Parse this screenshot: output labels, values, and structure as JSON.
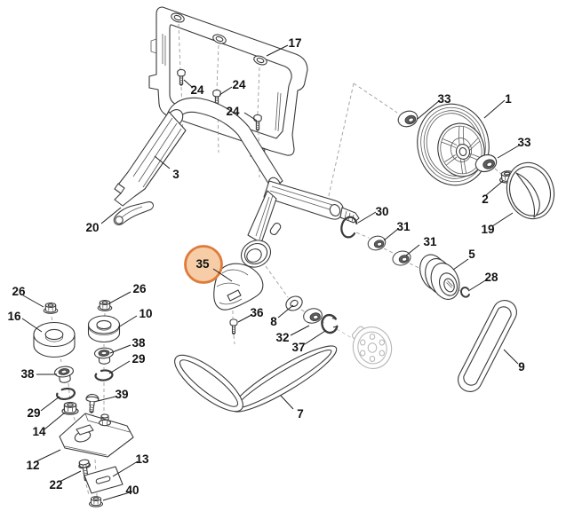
{
  "diagram": {
    "type": "exploded-parts-diagram",
    "description": "Mower handle frame, wheel and belt drive exploded view",
    "background_color": "#ffffff",
    "line_color": "#3a3a3a",
    "highlight": {
      "part": "35",
      "fill": "#f6cda6",
      "stroke": "#de7b3b"
    }
  },
  "callouts": [
    {
      "part": "17"
    },
    {
      "part": "24"
    },
    {
      "part": "24"
    },
    {
      "part": "24"
    },
    {
      "part": "3"
    },
    {
      "part": "20"
    },
    {
      "part": "1"
    },
    {
      "part": "33"
    },
    {
      "part": "33"
    },
    {
      "part": "2"
    },
    {
      "part": "19"
    },
    {
      "part": "30"
    },
    {
      "part": "31"
    },
    {
      "part": "31"
    },
    {
      "part": "5"
    },
    {
      "part": "28"
    },
    {
      "part": "35"
    },
    {
      "part": "36"
    },
    {
      "part": "8"
    },
    {
      "part": "32"
    },
    {
      "part": "37"
    },
    {
      "part": "9"
    },
    {
      "part": "7"
    },
    {
      "part": "26"
    },
    {
      "part": "26"
    },
    {
      "part": "16"
    },
    {
      "part": "10"
    },
    {
      "part": "38"
    },
    {
      "part": "29"
    },
    {
      "part": "38"
    },
    {
      "part": "29"
    },
    {
      "part": "14"
    },
    {
      "part": "39"
    },
    {
      "part": "12"
    },
    {
      "part": "22"
    },
    {
      "part": "13"
    },
    {
      "part": "40"
    }
  ]
}
